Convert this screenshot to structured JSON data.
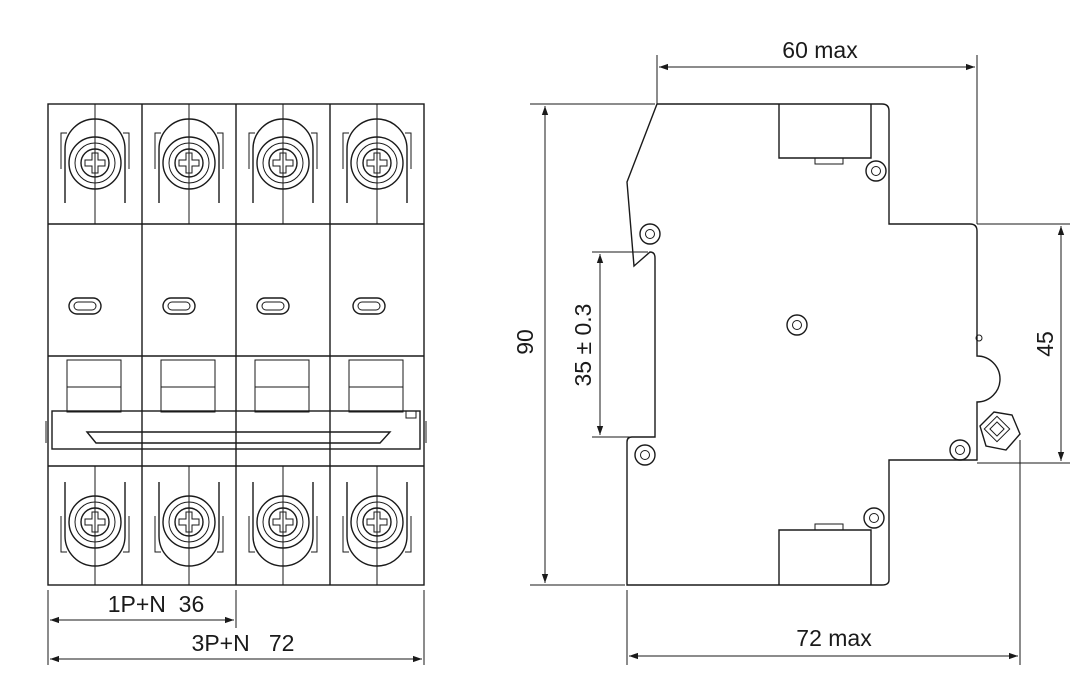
{
  "front_view": {
    "dim_1p_n": "1P+N  36",
    "dim_3p_n": "3P+N   72"
  },
  "side_view": {
    "dim_depth_top": "60 max",
    "dim_depth_bottom": "72 max",
    "dim_height": "90",
    "dim_rail": "35 ± 0.3",
    "dim_front": "45"
  }
}
